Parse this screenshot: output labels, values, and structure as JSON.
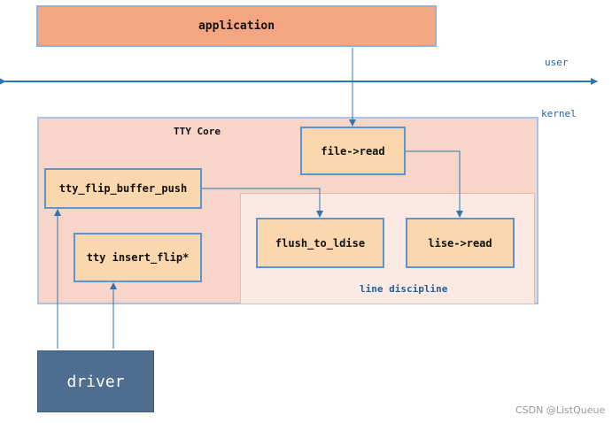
{
  "diagram": {
    "nodes": {
      "application": "application",
      "file_read": "file->read",
      "tty_flip_buffer_push": "tty_flip_buffer_push",
      "tty_insert_flip": "tty insert_flip*",
      "flush_to_ldisc": "flush_to_ldise",
      "lise_read": "lise->read",
      "driver": "driver"
    },
    "regions": {
      "tty_core": "TTY Core",
      "line_discipline": "line discipline"
    },
    "labels": {
      "user": "user",
      "kernel": "kernel"
    },
    "colors": {
      "application_fill": "#f4a582",
      "node_fill": "#fbd7ad",
      "node_border": "#5b95cf",
      "tty_core_fill": "#f7d5c8",
      "line_discipline_fill": "#fbeae4",
      "driver_fill": "#4e6d8f",
      "arrow": "#2e75b6"
    }
  },
  "watermark": "CSDN @ListQueue"
}
